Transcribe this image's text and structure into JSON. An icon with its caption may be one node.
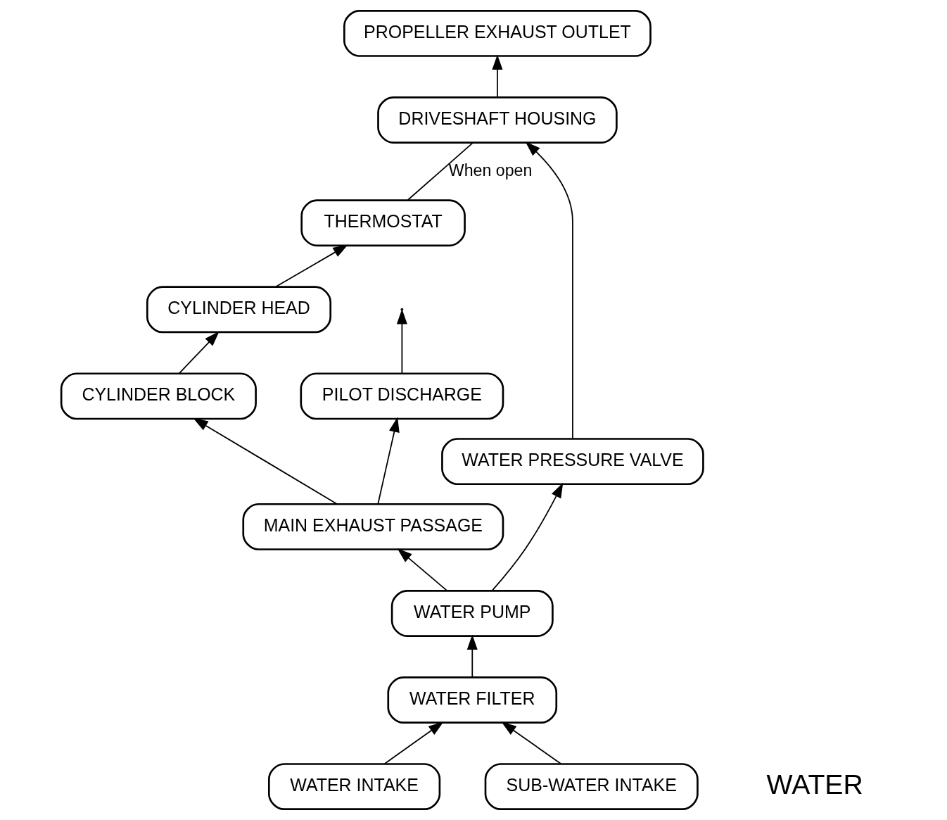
{
  "diagram": {
    "nodes": [
      {
        "text": [
          "THERMOSTAT"
        ]
      },
      {
        "text": [
          "CYLINDER HEAD"
        ]
      },
      {
        "text": [
          "CYLINDER BLOCK"
        ]
      },
      {
        "text": [
          "MAIN EXHAUST PASSAGE"
        ]
      },
      {
        "text": [
          "WATER PRESSURE VALVE"
        ]
      },
      {
        "text": [
          "WATER PUMP"
        ]
      },
      {
        "text": [
          "DRIVESHAFT HOUSING"
        ]
      },
      {
        "text": [
          "PILOT DISCHARGE"
        ]
      },
      {
        "text": [
          "WATER FILTER"
        ]
      },
      {
        "text": [
          "WATER INTAKE"
        ]
      },
      {
        "text": [
          "SUB-WATER INTAKE"
        ]
      },
      {
        "text": [
          "PROPELLER EXHAUST OUTLET"
        ]
      }
    ],
    "edges": [
      {
        "from": 1,
        "to": 0,
        "arrow": "to"
      },
      {
        "from": 2,
        "to": 1,
        "arrow": "to"
      },
      {
        "from": 3,
        "to": 2,
        "arrow": "to"
      },
      {
        "from": 5,
        "to": 3,
        "arrow": "to"
      },
      {
        "from": 5,
        "to": 4,
        "arrow": "to"
      },
      {
        "from": 4,
        "to": 6,
        "arrow": "to"
      },
      {
        "from": 6,
        "to": 11,
        "arrow": "to"
      },
      {
        "from": 0,
        "to": 6,
        "arrow": "none",
        "label": "When open"
      },
      {
        "from": 3,
        "to": 7,
        "arrow": "to"
      },
      {
        "from": 7,
        "to": null,
        "arrow": "to"
      },
      {
        "from": 9,
        "to": 8,
        "arrow": "to"
      },
      {
        "from": 10,
        "to": 8,
        "arrow": "to"
      },
      {
        "from": 8,
        "to": 5,
        "arrow": "to"
      }
    ],
    "labels": [
      "WATER"
    ]
  }
}
